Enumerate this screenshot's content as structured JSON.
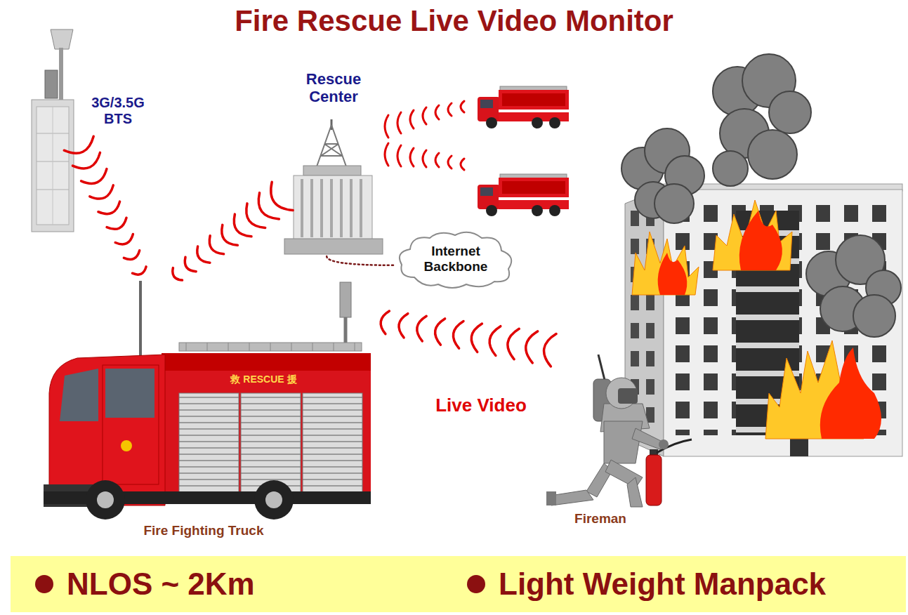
{
  "diagram": {
    "title": "Fire Rescue Live Video Monitor",
    "nodes": [
      {
        "text": [
          "3G/3.5G BTS"
        ]
      },
      {
        "text": [
          "Rescue Center"
        ]
      },
      {
        "text": [
          "Internet Backbone"
        ]
      },
      {
        "text": [
          "Fire Fighting Truck"
        ]
      },
      {
        "text": [
          "Fireman"
        ]
      },
      {
        "text": [
          "NLOS ~ 2Km",
          "Light Weight Manpack"
        ]
      }
    ],
    "edges": [
      {
        "from": 0,
        "to": 3,
        "arrow": "none"
      },
      {
        "from": 1,
        "to": 3,
        "arrow": "none"
      },
      {
        "from": 1,
        "to": 2,
        "arrow": "none"
      },
      {
        "from": 4,
        "to": 3,
        "label": "Live Video",
        "arrow": "none"
      }
    ],
    "labels": [
      "救 RESCUE 援"
    ]
  }
}
